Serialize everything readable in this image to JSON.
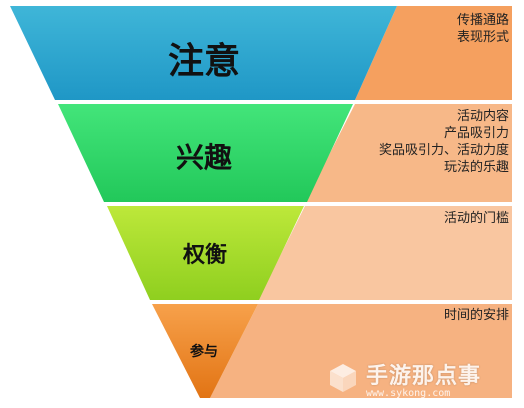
{
  "stages": [
    {
      "label": "注意",
      "color": "#2aa8cf",
      "panel_color": "#f5a367",
      "notes": [
        "传播通路",
        "表现形式"
      ]
    },
    {
      "label": "兴趣",
      "color": "#2fdc66",
      "panel_color": "#f7b98a",
      "notes": [
        "活动内容",
        "产品吸引力",
        "奖品吸引力、活动力度",
        "玩法的乐趣"
      ]
    },
    {
      "label": "权衡",
      "color": "#a9de2c",
      "panel_color": "#f9c8a2",
      "notes": [
        "活动的门槛"
      ]
    },
    {
      "label": "参与",
      "color": "#f28a2a",
      "panel_color": "#f6b687",
      "notes": [
        "时间的安排"
      ]
    }
  ],
  "watermark": {
    "brand": "手游那点事",
    "url": "www.sykong.com"
  }
}
